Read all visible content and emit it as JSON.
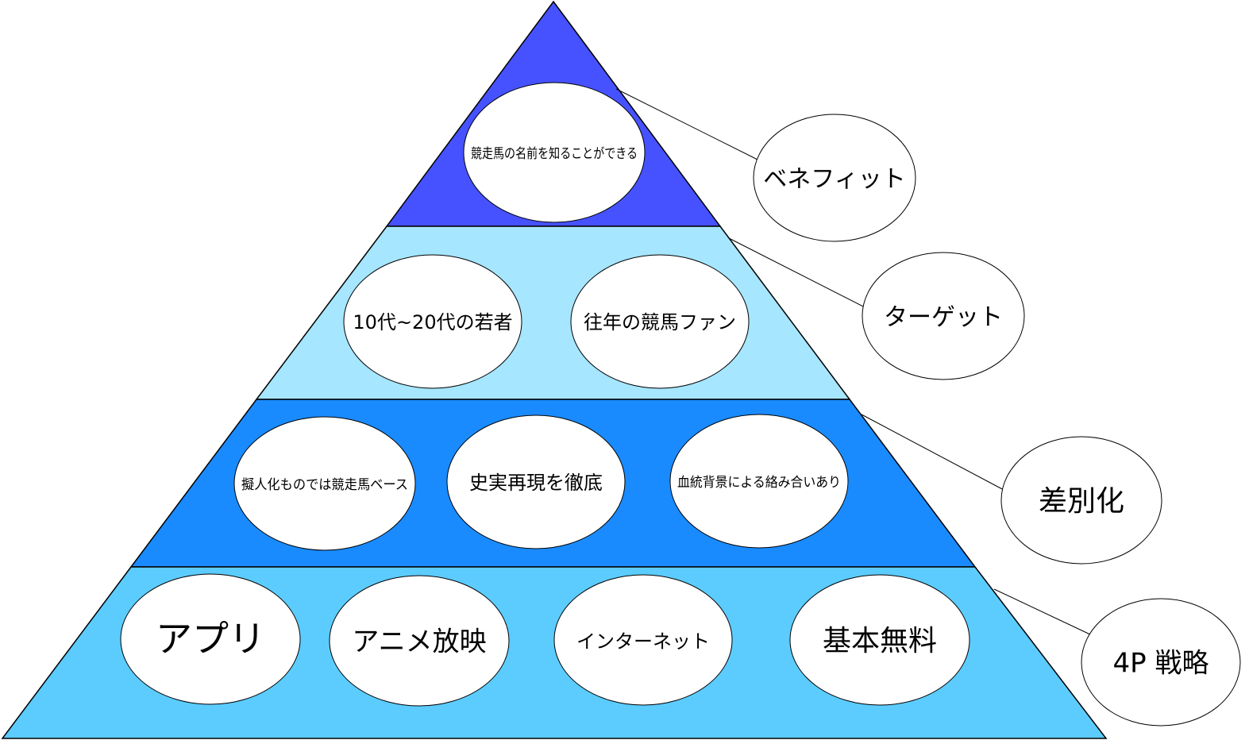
{
  "colors": {
    "tier1": "#4652FF",
    "tier2": "#A6E6FF",
    "tier3": "#1A8BFF",
    "tier4": "#5CCCFF",
    "stroke": "#000000",
    "bubble": "#FFFFFF"
  },
  "tiers": [
    {
      "id": "tier-benefit",
      "items": [
        "競走馬の名前を知ることができる"
      ],
      "side_label": "ベネフィット"
    },
    {
      "id": "tier-target",
      "items": [
        "10代~20代の若者",
        "往年の競馬ファン"
      ],
      "side_label": "ターゲット"
    },
    {
      "id": "tier-differentiation",
      "items": [
        "擬人化ものでは競走馬ベース",
        "史実再現を徹底",
        "血統背景による絡み合いあり"
      ],
      "side_label": "差別化"
    },
    {
      "id": "tier-4p",
      "items": [
        "アプリ",
        "アニメ放映",
        "インターネット",
        "基本無料"
      ],
      "side_label": "4P 戦略"
    }
  ]
}
